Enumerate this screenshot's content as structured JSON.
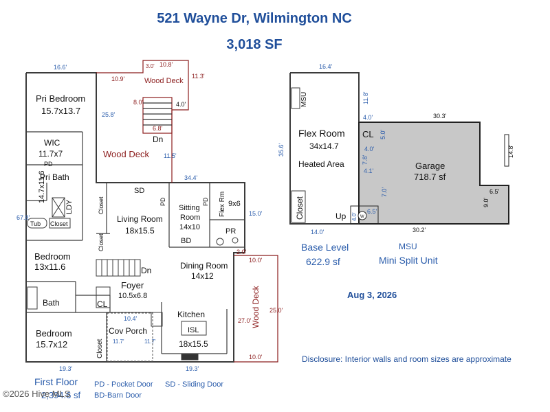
{
  "header": {
    "address": "521 Wayne Dr, Wilmington NC",
    "total_area": "3,018 SF"
  },
  "first_floor": {
    "title": "First Floor",
    "area": "2,394.6 sf",
    "dims": {
      "top_left": "16.6'",
      "deck_top_a": "10.9'",
      "deck_top_b": "10.8'",
      "deck_side_3": "3.0'",
      "deck_side_113": "11.3'",
      "deck_8": "8.0'",
      "deck_4": "4.0'",
      "deck_68": "6.8'",
      "deck_258": "25.8'",
      "deck_115": "11.5'",
      "mid_344": "34.4'",
      "left_678": "67.8'",
      "rm_150": "15.0'",
      "rm_20": "2.0'",
      "deck_100a": "10.0'",
      "deck_250": "25.0'",
      "deck_270": "27.0'",
      "deck_100b": "10.0'",
      "bottom_a": "19.3'",
      "bottom_b": "19.3'",
      "porch_104": "10.4'",
      "porch_117a": "11.7'",
      "porch_117b": "11.7'"
    },
    "rooms": {
      "pri_bedroom": "Pri Bedroom",
      "pri_bedroom_size": "15.7x13.7",
      "wic": "WIC",
      "wic_size": "11.7x7",
      "wood_deck_top": "Wood Deck",
      "wood_deck_mid": "Wood Deck",
      "dn_top": "Dn",
      "pd_a": "PD",
      "pri_bath": "Pri Bath",
      "pri_bath_size": "14.7x11.6",
      "ldy": "LDY",
      "tub": "Tub",
      "closet_a": "Closet",
      "closet_b": "Closet",
      "closet_c": "Closet",
      "closet_d": "Closet",
      "sd": "SD",
      "living_room": "Living Room",
      "living_room_size": "18x15.5",
      "pd_b": "PD",
      "sitting_room": "Sitting",
      "sitting_room_2": "Room",
      "sitting_room_size": "14x10",
      "pd_c": "PD",
      "flex_rm": "Flex Rm",
      "flex_rm_size": "9x6",
      "pr": "PR",
      "bd": "BD",
      "bedroom_a": "Bedroom",
      "bedroom_a_size": "13x11.6",
      "dn_mid": "Dn",
      "dining_room": "Dining Room",
      "dining_room_size": "14x12",
      "foyer": "Foyer",
      "foyer_size": "10.5x6.8",
      "bath": "Bath",
      "cl": "CL",
      "kitchen": "Kitchen",
      "isl": "ISL",
      "kitchen_size": "18x15.5",
      "bedroom_b": "Bedroom",
      "bedroom_b_size": "15.7x12",
      "cov_porch": "Cov Porch",
      "wood_deck_right": "Wood Deck"
    }
  },
  "legend": {
    "pd": "PD - Pocket Door",
    "sd": "SD - Sliding Door",
    "bd": "BD-Barn Door"
  },
  "watermark": "©2026 Hive MLS",
  "base_level": {
    "title": "Base Level",
    "area": "622.9 sf",
    "dims": {
      "top": "16.4'",
      "left": "35.6'",
      "msu_side": "11.8'",
      "garage_top": "30.3'",
      "d40a": "4.0'",
      "d50": "5.0'",
      "d40b": "4.0'",
      "d78": "7.8'",
      "d41": "4.1'",
      "d148": "14.8'",
      "d70": "7.0'",
      "d65a": "6.5'",
      "d90": "9.0'",
      "d65b": "6.5'",
      "d40c": "4.0'",
      "bottom_a": "14.0'",
      "bottom_b": "30.2'"
    },
    "rooms": {
      "msu": "MSU",
      "flex_room": "Flex Room",
      "flex_room_size": "34x14.7",
      "heated": "Heated Area",
      "cl": "CL",
      "garage": "Garage",
      "garage_area": "718.7 sf",
      "closet": "Closet",
      "up": "Up",
      "w": "W"
    }
  },
  "msu_note": {
    "abbr": "MSU",
    "full": "Mini Split Unit"
  },
  "date": "Aug 3, 2026",
  "disclaimer": "Disclosure: Interior walls and room sizes are approximate",
  "colors": {
    "heading": "#1f4e9a",
    "dims": "#2a5cab",
    "deck": "#8b1c1c",
    "garage": "#c8c8c8",
    "wall": "#3b3b3b"
  }
}
